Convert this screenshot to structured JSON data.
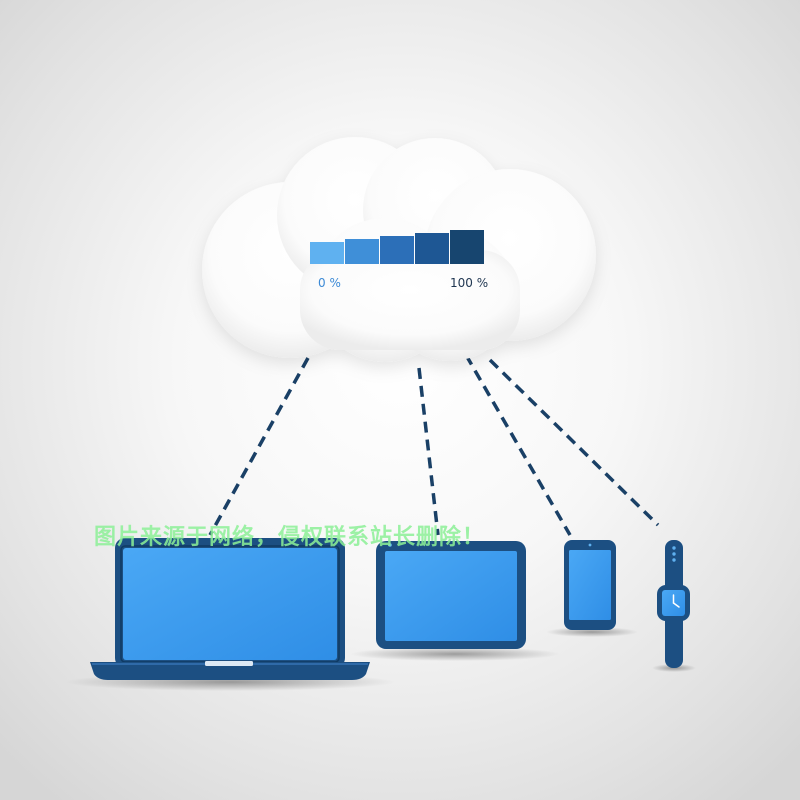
{
  "progress": {
    "min_label": "0 %",
    "max_label": "100 %",
    "segment_colors": [
      "#5fb1f0",
      "#3f8fd8",
      "#2c6fb8",
      "#1e5794",
      "#17456f"
    ]
  },
  "colors": {
    "device_body": "#1c4f82",
    "device_dark": "#143e66",
    "screen": "#3b9af0",
    "connector_line": "#1a4066",
    "min_label": "#3c8ad6",
    "max_label": "#1e3550"
  },
  "devices": [
    "laptop",
    "tablet",
    "smartphone",
    "smartwatch"
  ],
  "watermark": "图片来源于网络，侵权联系站长删除！"
}
